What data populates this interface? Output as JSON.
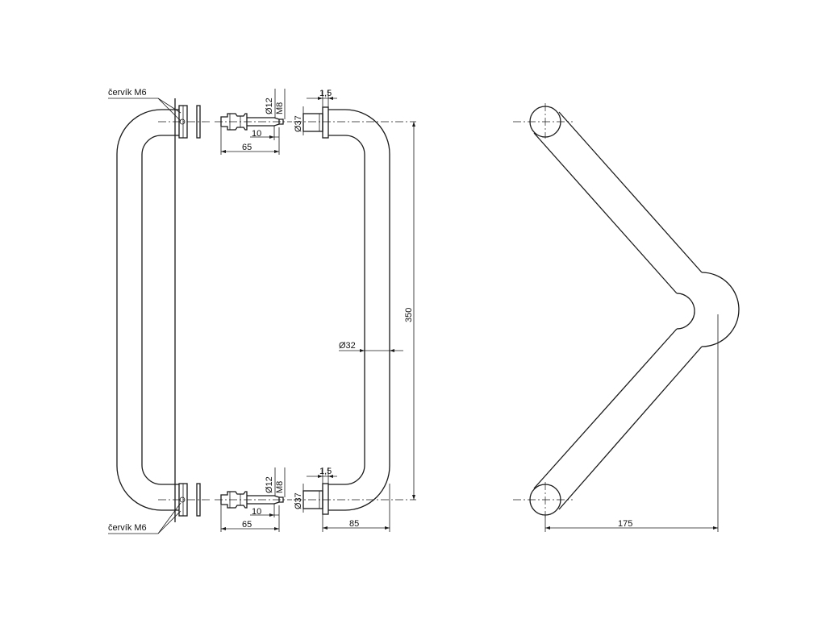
{
  "labels": {
    "set_screw_top": "červík M6",
    "set_screw_bottom": "červík M6",
    "bolt_diameter_top": "Ø12",
    "thread_top": "M8",
    "bolt_tip_top": "10",
    "bolt_length_top": "65",
    "rosette_thickness_top": "1,5",
    "rosette_diameter_top": "Ø37",
    "bolt_diameter_bottom": "Ø12",
    "thread_bottom": "M8",
    "bolt_tip_bottom": "10",
    "bolt_length_bottom": "65",
    "rosette_thickness_bottom": "1,5",
    "rosette_diameter_bottom": "Ø37",
    "projection": "85",
    "centers": "350",
    "tube_diameter": "Ø32",
    "side_projection": "175"
  }
}
